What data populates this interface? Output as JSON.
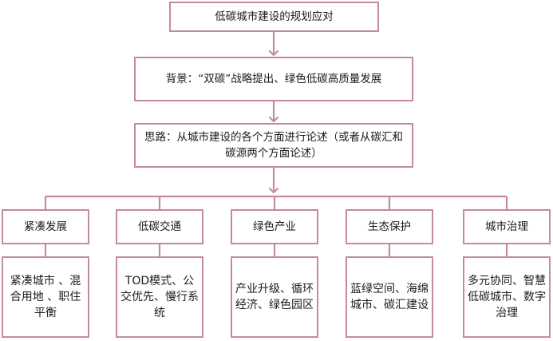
{
  "diagram": {
    "title": "低碳城市建设的规划应对",
    "background": "背景：“双碳”战略提出、绿色低碳高质量发展",
    "approach": "思路：从城市建设的各个方面进行论述（或者从碳汇和碳源两个方面论述）",
    "categories": [
      {
        "label": "紧凑发展",
        "detail": "紧凑城市 、混合用地 、职住平衡"
      },
      {
        "label": "低碳交通",
        "detail": "TOD模式、公交优先、慢行系统"
      },
      {
        "label": "绿色产业",
        "detail": "产业升级、循环经济、绿色园区"
      },
      {
        "label": "生态保护",
        "detail": "蓝绿空间、海绵城市、碳汇建设"
      },
      {
        "label": "城市治理",
        "detail": "多元协同、智慧低碳城市、数字治理"
      }
    ]
  },
  "colors": {
    "border": "#c48aa2",
    "connector": "#c48aa2",
    "text": "#1a1a1a"
  }
}
